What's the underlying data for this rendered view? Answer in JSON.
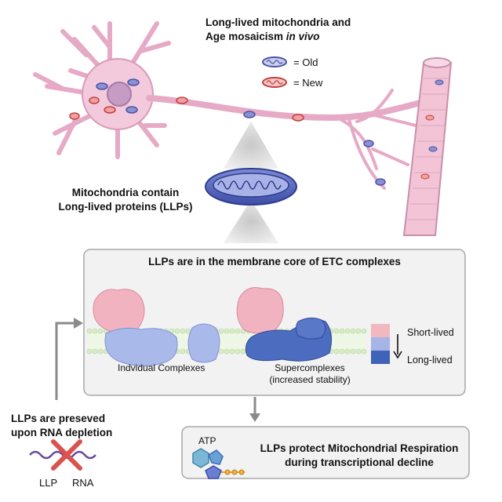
{
  "title": {
    "line1": "Long-lived mitochondria and",
    "line2_prefix": "Age mosaicism ",
    "line2_italic": "in vivo"
  },
  "legend": {
    "old": "= Old",
    "new": "= New",
    "old_color": "#5b63b5",
    "new_color": "#d9534f"
  },
  "mito_heading": {
    "line1": "Mitochondria contain",
    "line2": "Long-lived proteins (LLPs)"
  },
  "etc_box": {
    "title": "LLPs are in the membrane core of ETC complexes",
    "individual_label": "Indvidual Complexes",
    "super_label_1": "Supercomplexes",
    "super_label_2": "(increased stability)"
  },
  "scale": {
    "short": "Short-lived",
    "long": "Long-lived",
    "colors": [
      "#f2b8c0",
      "#a6b4e6",
      "#3f63b8"
    ]
  },
  "rna": {
    "heading_1": "LLPs are preseved",
    "heading_2": "upon RNA depletion",
    "label_a": "LLP",
    "label_b": "RNA"
  },
  "respiration": {
    "atp": "ATP",
    "line1": "LLPs protect Mitochondrial Respiration",
    "line2": "during transcriptional decline"
  },
  "icons": [
    "neuron-icon",
    "muscle-fiber-icon",
    "mitochondrion-icon",
    "protein-complex-icon",
    "atp-molecule-icon",
    "rna-crossed-icon"
  ]
}
